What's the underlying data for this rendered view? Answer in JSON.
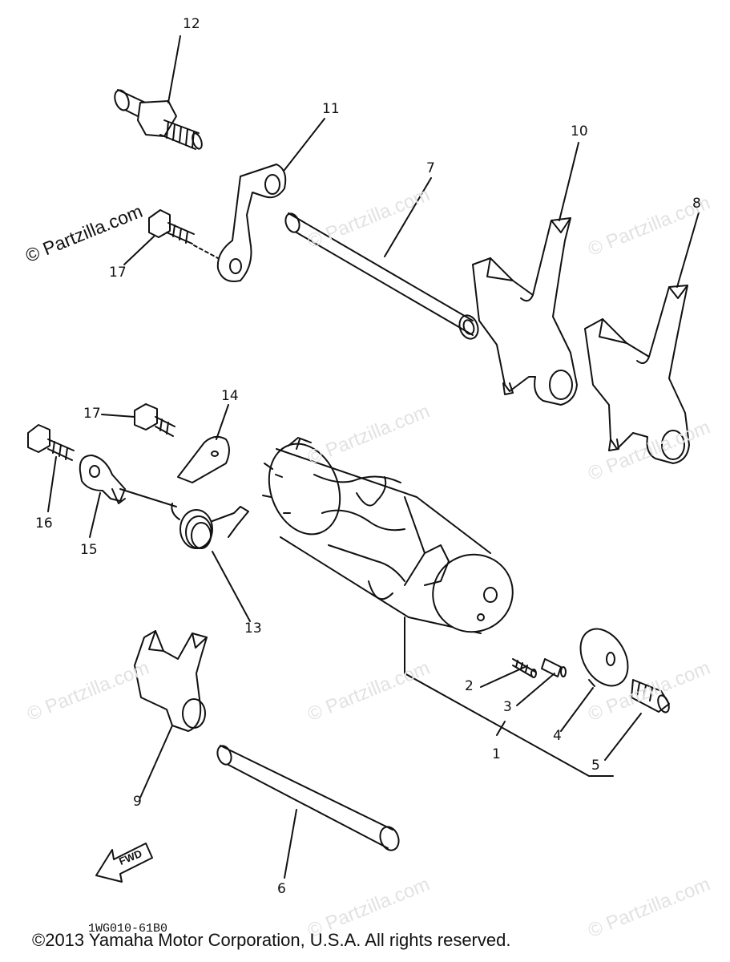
{
  "watermarks": {
    "primary": "© Partzilla.com",
    "repeat": "© Partzilla.com"
  },
  "callouts": {
    "p1": "1",
    "p2": "2",
    "p3": "3",
    "p4": "4",
    "p5": "5",
    "p6": "6",
    "p7": "7",
    "p8": "8",
    "p9": "9",
    "p10": "10",
    "p11": "11",
    "p12": "12",
    "p13": "13",
    "p14": "14",
    "p15": "15",
    "p16": "16",
    "p17a": "17",
    "p17b": "17"
  },
  "direction_arrow": {
    "label": "FWD"
  },
  "drawing_code": "1WG010-61B0",
  "copyright": "©2013 Yamaha Motor Corporation, U.S.A. All rights reserved."
}
